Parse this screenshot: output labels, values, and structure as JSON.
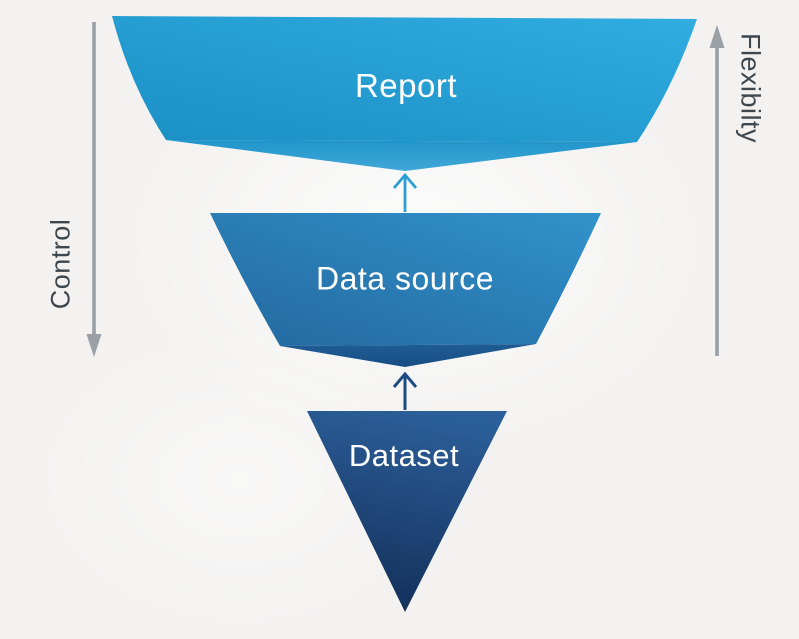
{
  "background": {
    "color": "#f3f2f1"
  },
  "funnel": {
    "levels": [
      {
        "id": "report",
        "label": "Report",
        "text_color": "#ffffff",
        "color_light": "#31ade1",
        "color_dark": "#1a8fc4",
        "fold_light": "#41a8d7",
        "fold_dark": "#1f94c9"
      },
      {
        "id": "data-source",
        "label": "Data source",
        "text_color": "#ffffff",
        "color_light": "#3293cb",
        "color_dark": "#23679f",
        "fold_light": "#205d95",
        "fold_dark": "#174d83"
      },
      {
        "id": "dataset",
        "label": "Dataset",
        "text_color": "#ffffff",
        "color_light": "#2b5f99",
        "color_dark": "#142f5a"
      }
    ],
    "flow_arrows": [
      {
        "id": "datasource-to-report",
        "direction": "up",
        "color": "#2b9ed3"
      },
      {
        "id": "dataset-to-datasource",
        "direction": "up",
        "color": "#1c4a82"
      }
    ]
  },
  "axes": [
    {
      "id": "control",
      "label": "Control",
      "side": "left",
      "arrow_direction": "down",
      "arrow_color": "#9aa0a6",
      "label_color": "#3e474e"
    },
    {
      "id": "flexibility",
      "label": "Flexibilty",
      "side": "right",
      "arrow_direction": "up",
      "arrow_color": "#9aa0a6",
      "label_color": "#3e474e"
    }
  ]
}
